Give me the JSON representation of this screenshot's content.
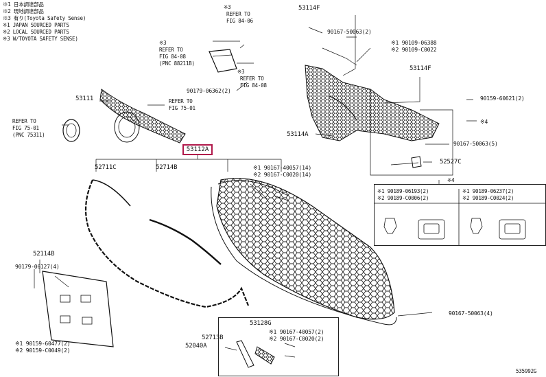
{
  "legend": {
    "jp": [
      "※1 日本調達部品",
      "※2 現地調達部品",
      "※3 有り(Toyota Safety Sense)"
    ],
    "en": [
      "※1 JAPAN SOURCED PARTS",
      "※2 LOCAL SOURCED PARTS",
      "※3 W/TOYOTA SAFETY SENSE)"
    ]
  },
  "callouts": {
    "p53112A": "53112A",
    "p53111": "53111",
    "p52711C": "52711C",
    "p52714B": "52714B",
    "p52114B": "52114B",
    "p53114F_top": "53114F",
    "p53114F_mid": "53114F",
    "p53114A": "53114A",
    "p52527C": "52527C",
    "p53128G": "53128G",
    "p52713B": "52713B",
    "p52040A": "52040A",
    "n90167_50063_2": "90167-50063(2)",
    "n90109_06388": "※1 90109-06388",
    "n90109_C0022": "※2 90109-C0022",
    "n90159_60621": "90159-60621(2)",
    "star4": "※4",
    "n90167_50063_5": "90167-50063(5)",
    "n90167_40057_14": "※1 90167-40057(14)",
    "n90167_C0020_14": "※2 90167-C0020(14)",
    "n90179_06362": "90179-06362(2)",
    "n90179_06127": "90179-06127(4)",
    "n90159_60477": "※1 90159-60477(2)",
    "n90159_C0049": "※2 90159-C0049(2)",
    "n90167_50063_4": "90167-50063(4)",
    "n90167_40057_2": "※1 90167-40057(2)",
    "n90167_C0020_2": "※2 90167-C0020(2)",
    "diagram_id": "535992G"
  },
  "refs": {
    "fig84_06": [
      "※3",
      "REFER TO",
      "FIG 84-06"
    ],
    "fig84_08_left": [
      "※3",
      "REFER TO",
      "FIG 84-08",
      "(PNC 88211B)"
    ],
    "fig84_08_right": [
      "※3",
      "REFER TO",
      "FIG 84-08"
    ],
    "fig75_01_a": [
      "REFER TO",
      "FIG 75-01"
    ],
    "fig75_01_b": [
      "REFER TO",
      "FIG 75-01",
      "(PNC 75311)"
    ]
  },
  "detail_box": {
    "marker": "※4",
    "left": [
      "※1 90189-06193(2)",
      "※2 90189-C0006(2)"
    ],
    "right": [
      "※1 90189-06237(2)",
      "※2 90189-C0024(2)"
    ]
  }
}
